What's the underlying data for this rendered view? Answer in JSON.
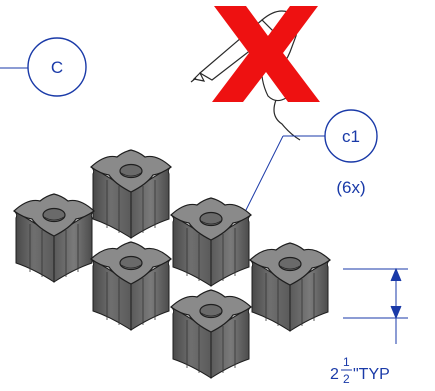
{
  "callouts": {
    "c": {
      "label": "C"
    },
    "c1": {
      "label": "c1",
      "quantity": "(6x)"
    }
  },
  "dimension": {
    "whole": "2",
    "numerator": "1",
    "denominator": "2",
    "suffix": "\"TYP"
  },
  "icons": {
    "glue_gun": "hot-glue-gun-icon",
    "prohibited": "red-x-icon"
  },
  "colors": {
    "line_blue": "#1a3aa8",
    "cross_red": "#ee1111",
    "part_gray": "#6e6e6e",
    "part_dark": "#3a3a3a"
  }
}
